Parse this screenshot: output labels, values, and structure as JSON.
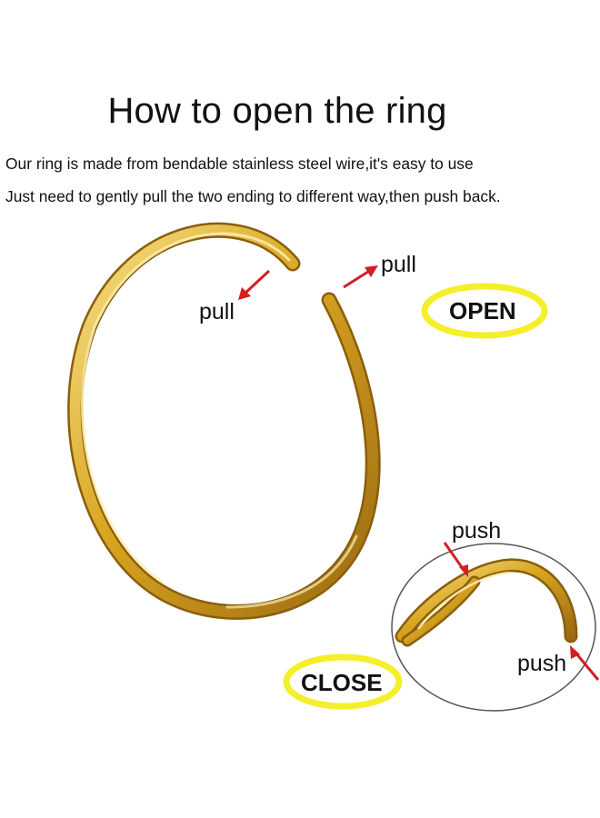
{
  "heading": "How to open the ring",
  "description": {
    "line1": "Our ring is made from bendable stainless steel wire,it's easy to use",
    "line2": "Just need to gently pull the two ending to different way,then push back."
  },
  "labels": {
    "pull_left": "pull",
    "pull_right": "pull",
    "push_top": "push",
    "push_bottom": "push"
  },
  "badges": {
    "open": "OPEN",
    "close": "CLOSE"
  },
  "colors": {
    "gold": "#d9a520",
    "gold_highlight": "#f7e28a",
    "gold_shadow": "#9a6a10",
    "arrow_red": "#d31f24",
    "badge_yellow": "#f5ee2a"
  },
  "icons": {
    "main_ring": "open-gold-ring-illustration",
    "inset_ring": "closed-ring-detail-illustration"
  }
}
